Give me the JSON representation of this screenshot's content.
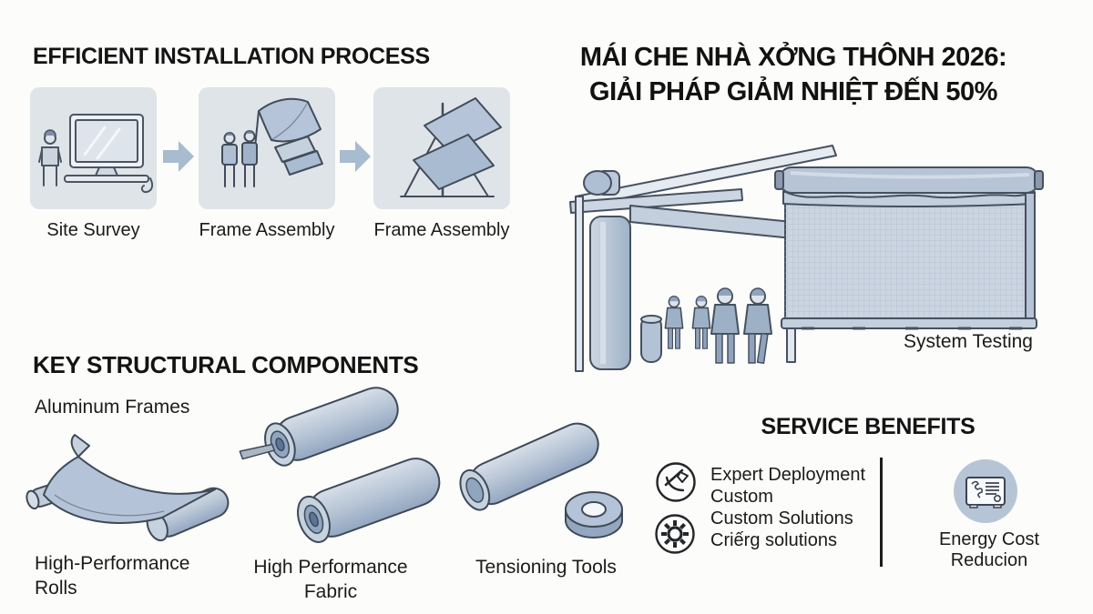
{
  "titles": {
    "process": "EFFICIENT INSTALLATION PROCESS",
    "components": "KEY STRUCTURAL COMPONENTS",
    "benefits": "SERVICE BENEFITS"
  },
  "headline": {
    "line1": "MÁI CHE NHÀ XỞNG THÔNH 2026:",
    "line2": "GIẢI PHÁP GIẢM NHIỆT ĐẾN 50%"
  },
  "process_steps": [
    {
      "label": "Site Survey",
      "icon": "site-survey-illustration"
    },
    {
      "label": "Frame Assembly",
      "icon": "panel-carry-illustration"
    },
    {
      "label": "Frame Assembly",
      "icon": "frame-fabric-illustration"
    }
  ],
  "main_illustration": {
    "caption": "System Testing",
    "icon": "warehouse-frame-and-screen-illustration"
  },
  "components": {
    "frames_label": "Aluminum Frames",
    "items": [
      {
        "label": "High-Performance Rolls",
        "icon": "unrolled-fabric-roll-illustration"
      },
      {
        "label": "High Performance Fabric",
        "icon": "two-fabric-rolls-illustration"
      },
      {
        "label": "Tensioning Tools",
        "icon": "roll-and-washer-illustration"
      }
    ]
  },
  "benefits": {
    "lines": [
      "Expert Deployment",
      "Custom",
      "Custom Solutions",
      "Criếrg solutions"
    ],
    "icons": [
      "tools-check-icon",
      "gear-icon",
      "energy-certificate-icon"
    ],
    "energy_label": "Energy Cost Reducion"
  },
  "colors": {
    "background": "#fcfcfa",
    "step_box": "#dfe4e9",
    "arrow": "#a7bccf",
    "fabric": "#b5c4d8",
    "outline": "#414c5a",
    "benefit_circle": "#b6c5d6",
    "text": "#191919"
  }
}
